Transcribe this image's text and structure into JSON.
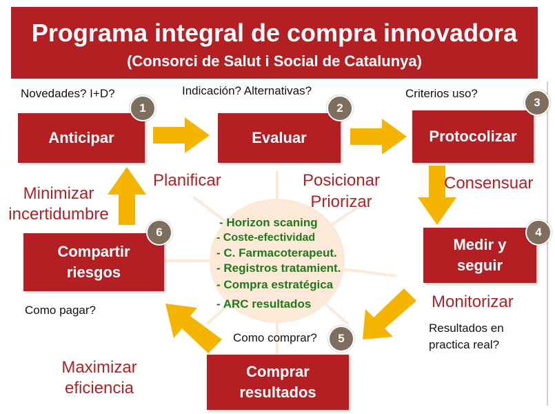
{
  "title": "Programa integral de compra innovadora",
  "subtitle": "(Consorci de Salut i Social de Catalunya)",
  "colors": {
    "box": "#b41f24",
    "arrow": "#f5b400",
    "badge": "#7f6e5e",
    "center": "#fce9d7",
    "green": "#1d7a1d"
  },
  "steps": [
    {
      "number": "1",
      "label": "Anticipar",
      "question": "Novedades? I+D?"
    },
    {
      "number": "2",
      "label": "Evaluar",
      "question": "Indicación? Alternativas?"
    },
    {
      "number": "3",
      "label": "Protocolizar",
      "question": "Criterios uso?"
    },
    {
      "number": "4",
      "label": "Medir y\nseguir",
      "question": "Resultados en\npractica real?"
    },
    {
      "number": "5",
      "label": "Comprar\nresultados",
      "question": "Como comprar?"
    },
    {
      "number": "6",
      "label": "Compartir\nriesgos",
      "question": "Como pagar?"
    }
  ],
  "actions": {
    "planificar": "Planificar",
    "posicionar": "Posicionar",
    "priorizar": "Priorizar",
    "consensuar": "Consensuar",
    "monitorizar": "Monitorizar",
    "maximizar": "Maximizar\neficiencia",
    "minimizar": "Minimizar\nincertidumbre"
  },
  "center_items": [
    "- Horizon scaning",
    "- Coste-efectividad",
    "- C. Farmacoterapeut.",
    "- Registros tratamient.",
    "- Compra estratégica",
    "- ARC resultados"
  ]
}
